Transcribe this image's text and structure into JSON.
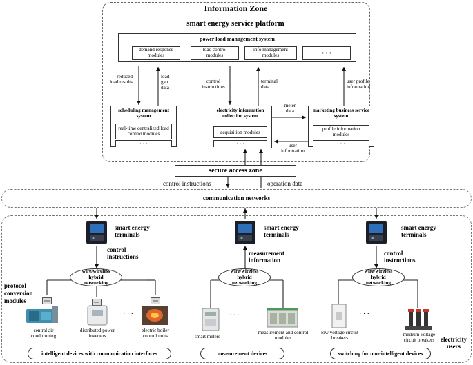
{
  "information_zone": {
    "title": "Information Zone",
    "platform": {
      "title": "smart energy service platform",
      "power_load_system": {
        "title": "power load management system",
        "modules": [
          "demand response modules",
          "load control modules",
          "info management modules",
          "· · ·"
        ]
      }
    },
    "arrows": {
      "reduced_load_results": "reduced load results",
      "load_gap_data": "load gap data",
      "control_instructions": "control instructions",
      "terminal_data": "terminal data",
      "user_profile_information": "user profile information",
      "meter_data": "meter data",
      "user_information": "user information"
    },
    "scheduling": {
      "title": "scheduling management system",
      "module": "real-time centralized load control modules",
      "more": "· · ·"
    },
    "collection": {
      "title": "electricity information collection system",
      "module": "acquisition modules",
      "more": "· · ·"
    },
    "marketing": {
      "title": "marketing business service system",
      "module": "profile information modules",
      "more": "· · ·"
    }
  },
  "secure_access_zone": {
    "title": "secure access zone",
    "control_instructions": "control instructions",
    "operation_data": "operation data"
  },
  "communication_networks": "communication networks",
  "users": {
    "label": "electricity users",
    "terminal_label": "smart energy terminals",
    "networking_label": "wire/wireless hybrid networking",
    "protocol_label": "protocol conversion modules",
    "groups": [
      {
        "terminal_flow": "control instructions",
        "devices": [
          {
            "label": "central air conditioning",
            "icon": "air-conditioner-icon"
          },
          {
            "label": "distributed power inverters",
            "icon": "inverter-icon"
          },
          {
            "label": "electric boiler control units",
            "icon": "boiler-icon"
          }
        ],
        "ellipsis": "· · ·",
        "footer": "intelligent devices with communication interfaces"
      },
      {
        "terminal_flow": "measurement information",
        "devices": [
          {
            "label": "smart meters",
            "icon": "smart-meter-icon"
          },
          {
            "label": "measurement and control modules",
            "icon": "control-module-icon"
          }
        ],
        "ellipsis": "· · ·",
        "footer": "measurement devices"
      },
      {
        "terminal_flow": "control instructions",
        "devices": [
          {
            "label": "low voltage circuit breakers",
            "icon": "lv-breaker-icon"
          },
          {
            "label": "medium voltage circuit breakers",
            "icon": "mv-breaker-icon"
          }
        ],
        "ellipsis": "· · ·",
        "footer": "switching for non-intelligent devices"
      }
    ]
  }
}
